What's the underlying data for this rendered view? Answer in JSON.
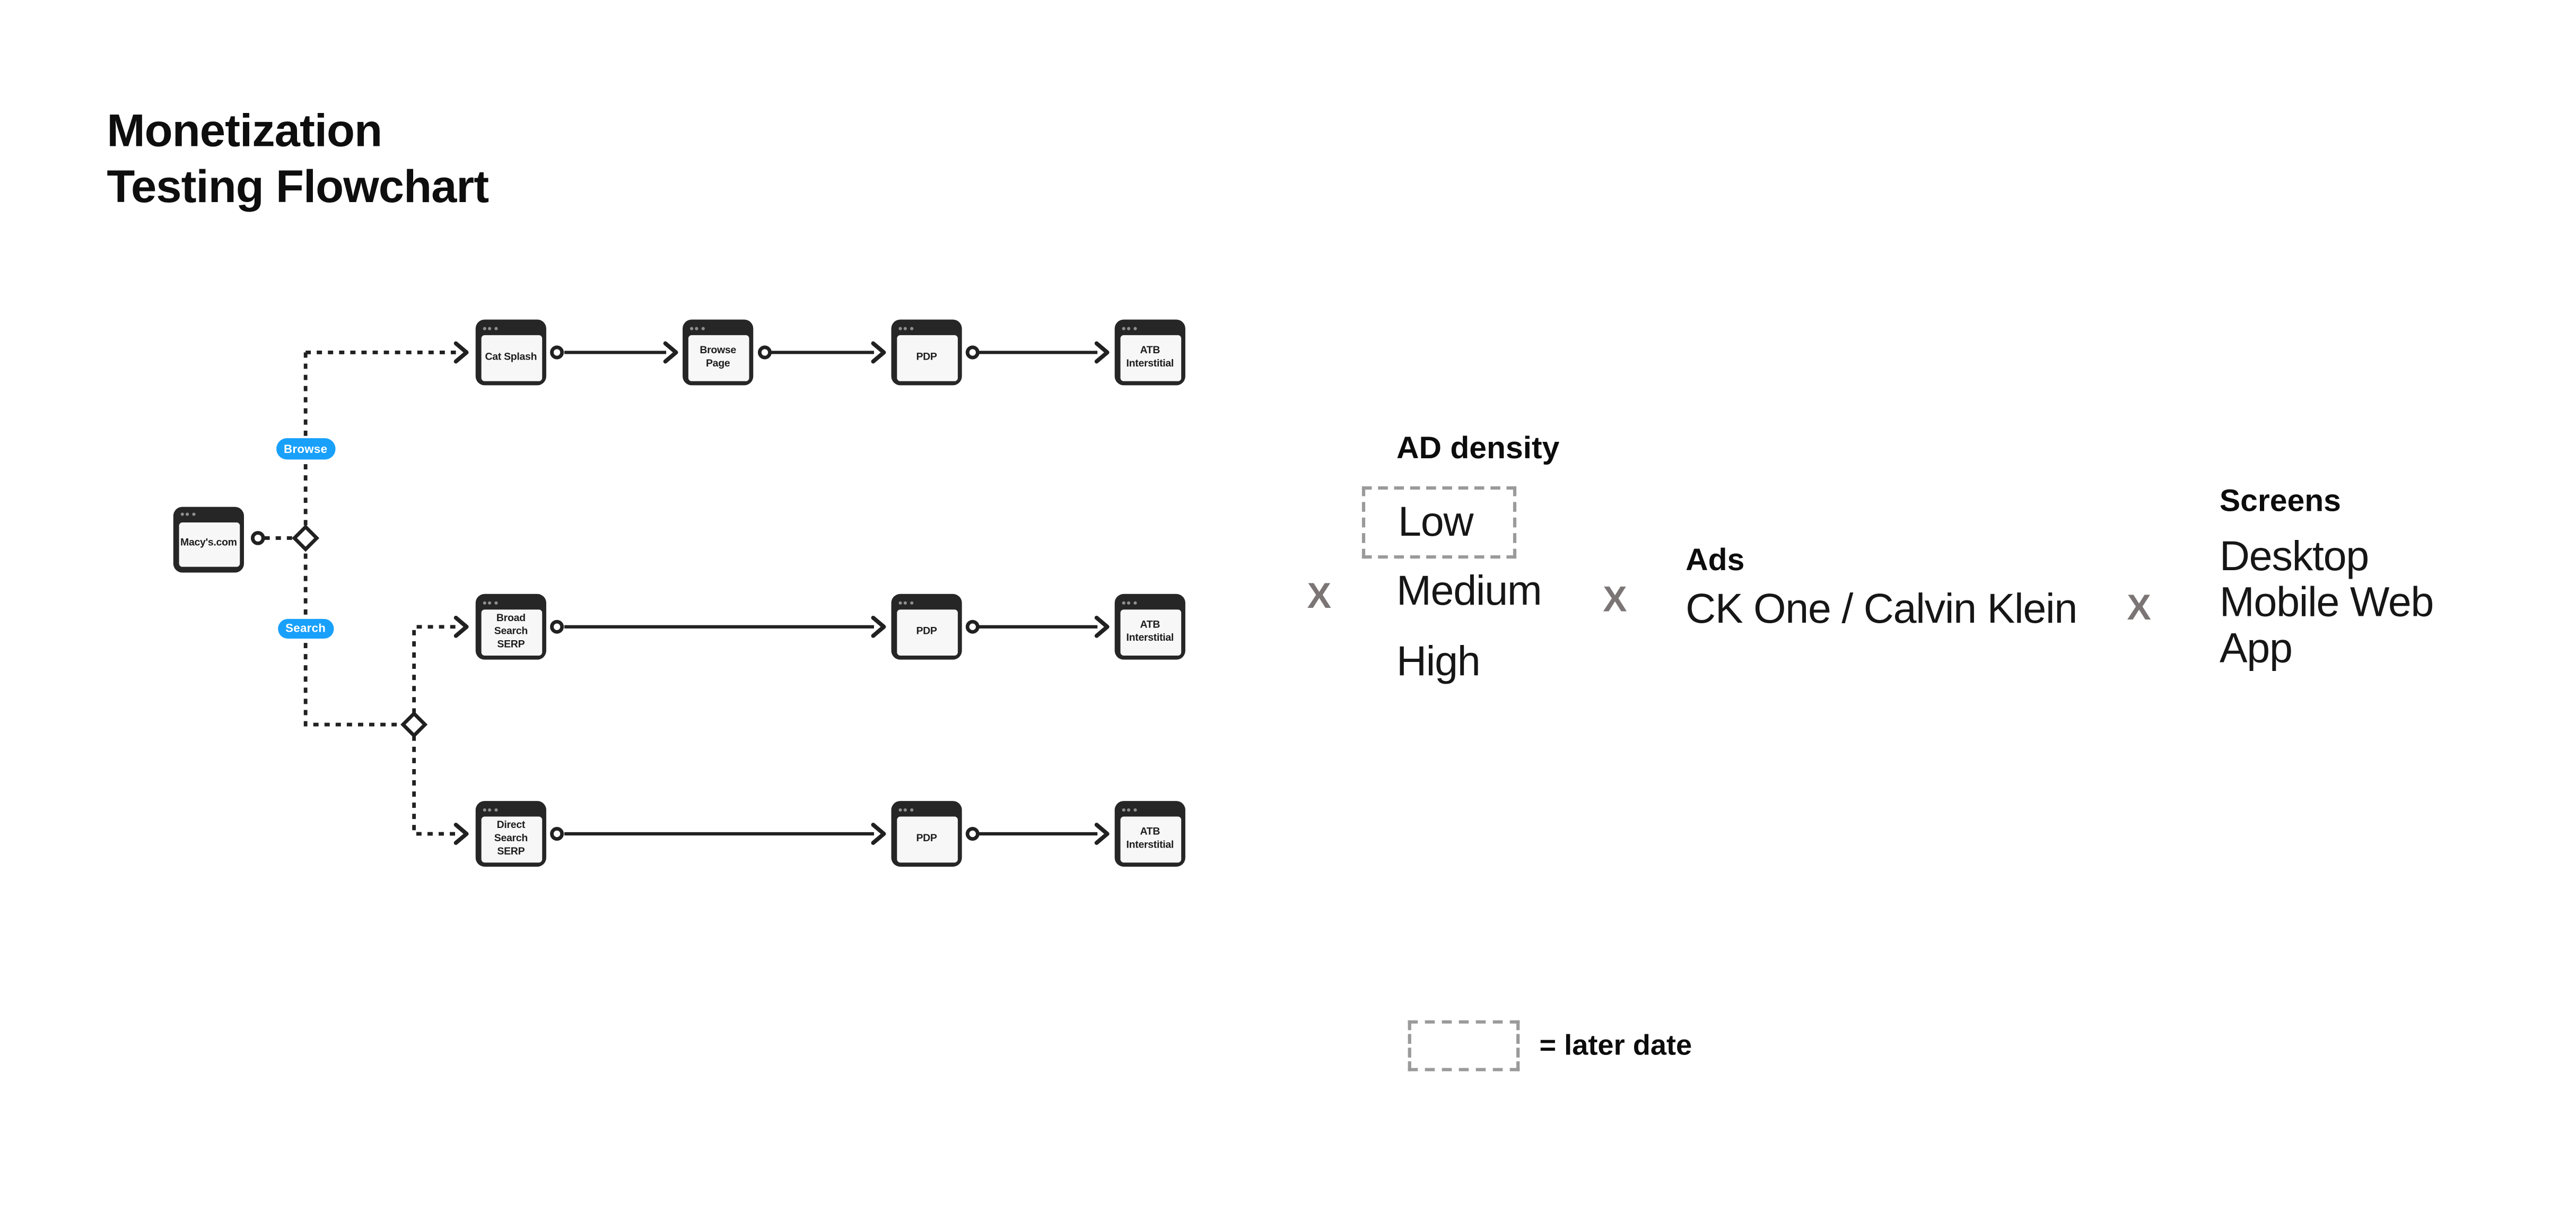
{
  "title": {
    "line1": "Monetization",
    "line2": "Testing Flowchart"
  },
  "flowchart": {
    "nodes": [
      {
        "id": "macys",
        "label": "Macy's.com"
      },
      {
        "id": "cat-splash",
        "label": "Cat Splash"
      },
      {
        "id": "browse-page",
        "label": "Browse\nPage"
      },
      {
        "id": "pdp-browse",
        "label": "PDP"
      },
      {
        "id": "atb-browse",
        "label": "ATB\nInterstitial"
      },
      {
        "id": "broad-serp",
        "label": "Broad Search\nSERP"
      },
      {
        "id": "pdp-broad",
        "label": "PDP"
      },
      {
        "id": "atb-broad",
        "label": "ATB\nInterstitial"
      },
      {
        "id": "direct-serp",
        "label": "Direct Search\nSERP"
      },
      {
        "id": "pdp-direct",
        "label": "PDP"
      },
      {
        "id": "atb-direct",
        "label": "ATB\nInterstitial"
      }
    ],
    "badges": [
      {
        "label": "Browse"
      },
      {
        "label": "Search"
      }
    ]
  },
  "panel": {
    "multiply": "X",
    "ad_density": {
      "heading": "AD density",
      "boxed_option": "Low",
      "option2": "Medium",
      "option3": "High"
    },
    "ads": {
      "heading": "Ads",
      "value": "CK One / Calvin Klein"
    },
    "screens": {
      "heading": "Screens",
      "value": "Desktop\nMobile Web\nApp"
    }
  },
  "legend": {
    "label": "= later date"
  },
  "colors": {
    "accent": "#18a0fb",
    "ink": "#212121",
    "xgray": "#7b7575",
    "boxgray": "#9a9a9a"
  }
}
